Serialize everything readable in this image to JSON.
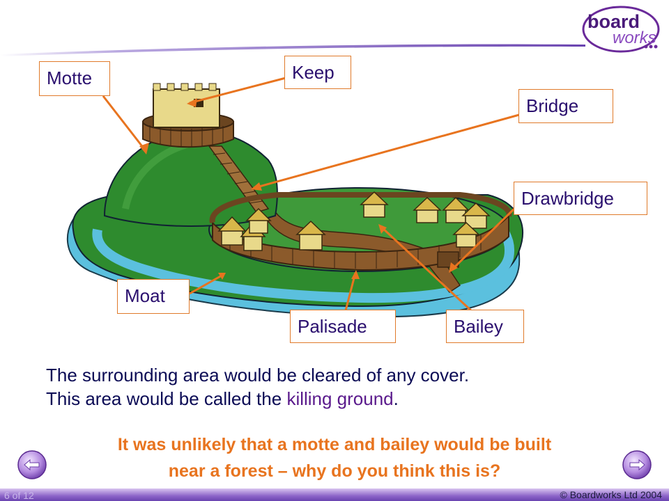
{
  "header": {
    "logo_top": "board",
    "logo_bottom": "works"
  },
  "labels": {
    "motte": "Motte",
    "keep": "Keep",
    "bridge": "Bridge",
    "drawbridge": "Drawbridge",
    "moat": "Moat",
    "palisade": "Palisade",
    "bailey": "Bailey"
  },
  "info": {
    "line1": "The surrounding area would be cleared of any cover.",
    "line2_before": "This area would be called the ",
    "line2_highlight": "killing ground",
    "line2_after": "."
  },
  "question": {
    "line1": "It was unlikely that a motte and bailey would be built",
    "line2": "near a forest – why do you think this is?"
  },
  "footer": {
    "page": "6 of 12",
    "copyright": "© Boardworks Ltd 2004"
  },
  "colors": {
    "accent": "#e8741f",
    "label_text": "#2a0f6e",
    "grass": "#2e8b2e",
    "water": "#5bc0de",
    "wood": "#8b5a2b",
    "footer": "#8c64c8"
  }
}
